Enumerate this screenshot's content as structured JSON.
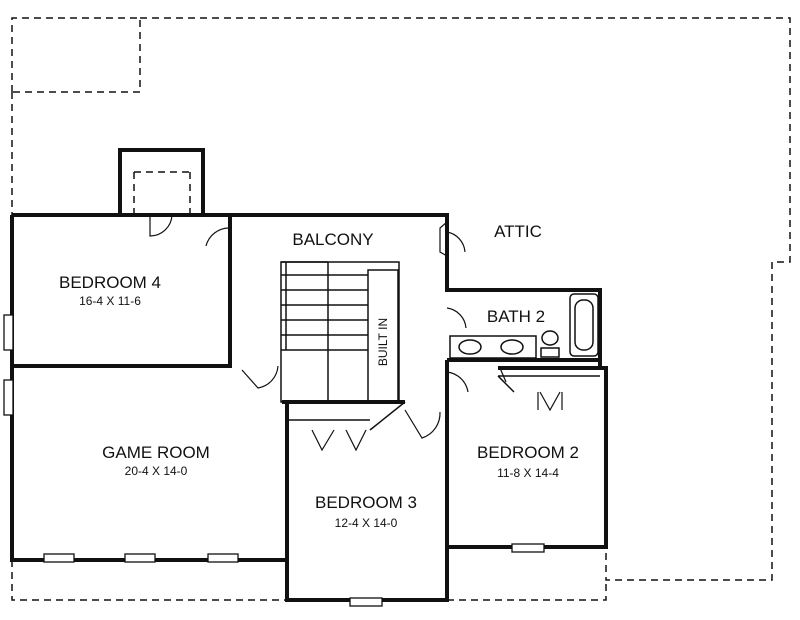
{
  "rooms": {
    "balcony": {
      "name": "BALCONY"
    },
    "attic": {
      "name": "ATTIC"
    },
    "bedroom4": {
      "name": "BEDROOM 4",
      "dims": "16-4 X 11-6"
    },
    "bath2": {
      "name": "BATH 2"
    },
    "built_in": {
      "name": "BUILT IN"
    },
    "game_room": {
      "name": "GAME ROOM",
      "dims": "20-4 X 14-0"
    },
    "bedroom3": {
      "name": "BEDROOM 3",
      "dims": "12-4 X 14-0"
    },
    "bedroom2": {
      "name": "BEDROOM 2",
      "dims": "11-8 X 14-4"
    }
  }
}
